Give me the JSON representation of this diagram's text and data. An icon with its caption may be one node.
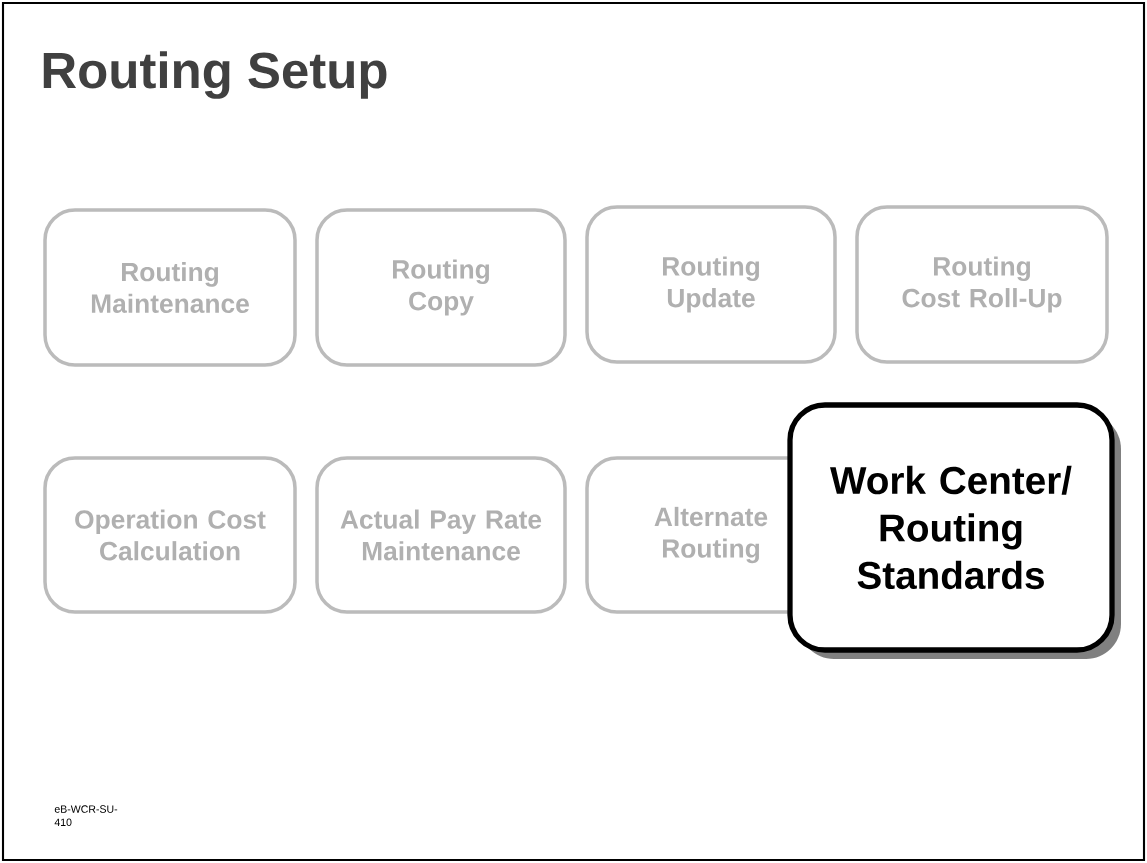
{
  "diagram": {
    "title": "Routing Setup",
    "nodes": [
      {
        "text": [
          "Routing Maintenance"
        ]
      },
      {
        "text": [
          "Routing Copy"
        ]
      },
      {
        "text": [
          "Routing Update"
        ]
      },
      {
        "text": [
          "Routing Cost Roll-Up"
        ]
      },
      {
        "text": [
          "Operation Cost Calculation"
        ]
      },
      {
        "text": [
          "Actual Pay Rate Maintenance"
        ]
      },
      {
        "text": [
          "Alternate Routing"
        ]
      },
      {
        "text": [
          "Work Center/ Routing Standards"
        ]
      }
    ],
    "labels": [
      "eB-WCR-SU-410"
    ]
  }
}
